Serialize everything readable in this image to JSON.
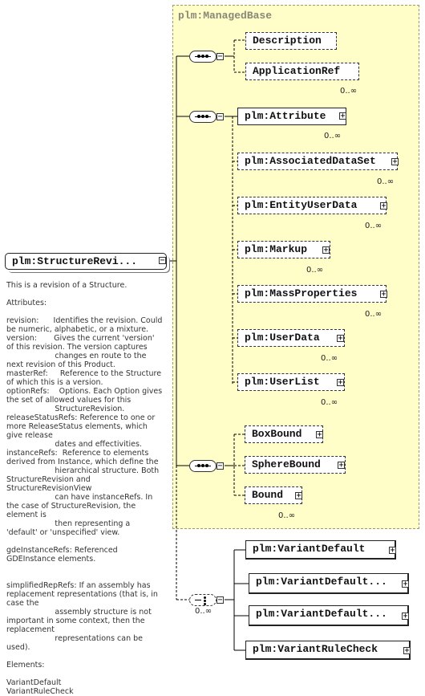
{
  "group": {
    "title": "plm:ManagedBase"
  },
  "root": {
    "label": "plm:StructureRevi..."
  },
  "elements": {
    "description": "Description",
    "application_ref": "ApplicationRef",
    "attribute": "plm:Attribute",
    "associated_data_set": "plm:AssociatedDataSet",
    "entity_user_data": "plm:EntityUserData",
    "markup": "plm:Markup",
    "mass_properties": "plm:MassProperties",
    "user_data": "plm:UserData",
    "user_list": "plm:UserList",
    "box_bound": "BoxBound",
    "sphere_bound": "SphereBound",
    "bound": "Bound",
    "variant_default_1": "plm:VariantDefault",
    "variant_default_2": "plm:VariantDefault...",
    "variant_default_3": "plm:VariantDefault...",
    "variant_rule_check": "plm:VariantRuleCheck"
  },
  "occurrence": "0..∞",
  "documentation": [
    "This is a revision of a Structure.",
    "",
    "Attributes:",
    "",
    "revision:      Identifies the revision. Could be numeric, alphabetic, or a mixture.",
    "version:       Gives the current 'version' of this revision. The version captures",
    "                    changes en route to the next revision of this Product.",
    "masterRef:     Reference to the Structure of which this is a version.",
    "optionRefs:    Options. Each Option gives the set of allowed values for this",
    "                    StructureRevision.",
    "releaseStatusRefs: Reference to one or more ReleaseStatus elements, which give release",
    "                    dates and effectivities.",
    "instanceRefs:  Reference to elements derived from Instance, which define the",
    "                    hierarchical structure. Both StructureRevision and StructureRevisionView",
    "                    can have instanceRefs. In the case of StructureRevision, the element is",
    "                    then representing a 'default' or 'unspecified' view.",
    "",
    "gdeInstanceRefs: Referenced GDEInstance elements.",
    "",
    "",
    "simplifiedRepRefs: If an assembly has replacement representations (that is, in case the",
    "                    assembly structure is not important in some context, then the replacement",
    "                    representations can be used).",
    "",
    "Elements:",
    "",
    "VariantDefault",
    "VariantRuleCheck"
  ]
}
